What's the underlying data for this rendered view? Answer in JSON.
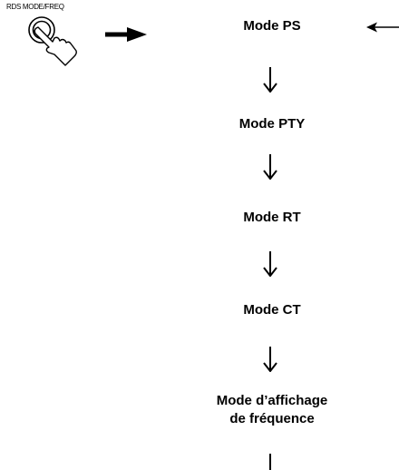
{
  "button": {
    "label": "RDS MODE/FREQ"
  },
  "modes": [
    "Mode PS",
    "Mode PTY",
    "Mode RT",
    "Mode CT",
    "Mode d’affichage\nde fréquence"
  ]
}
